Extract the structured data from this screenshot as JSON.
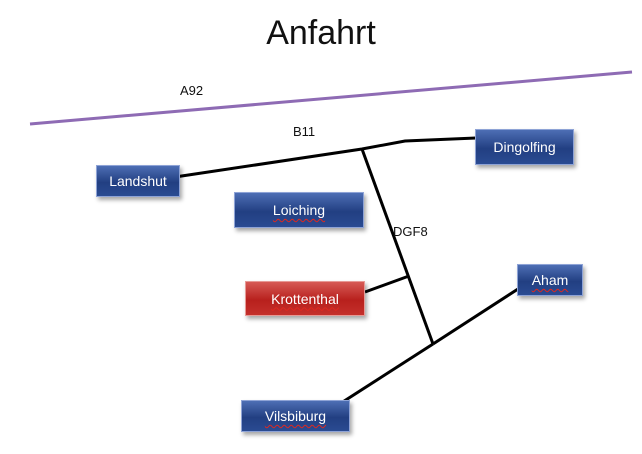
{
  "title": "Anfahrt",
  "roads": {
    "a92": "A92",
    "b11": "B11",
    "dgf8": "DGF8"
  },
  "places": {
    "landshut": "Landshut",
    "dingolfing": "Dingolfing",
    "loiching": "Loiching",
    "krottenthal": "Krottenthal",
    "aham": "Aham",
    "vilsbiburg": "Vilsbiburg"
  },
  "colors": {
    "highway": "#8e6bb4",
    "road": "#000000",
    "place_box": "#2a4b92",
    "highlight_box": "#c4302b"
  }
}
